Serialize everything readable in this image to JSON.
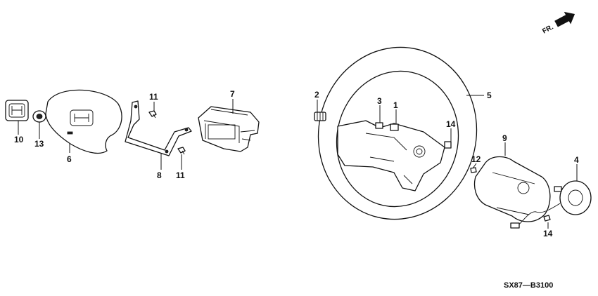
{
  "diagram": {
    "direction_label": "FR.",
    "diagram_code": "SX87—B3100",
    "callouts": [
      {
        "id": "c10",
        "text": "10"
      },
      {
        "id": "c13",
        "text": "13"
      },
      {
        "id": "c6",
        "text": "6"
      },
      {
        "id": "c11a",
        "text": "11"
      },
      {
        "id": "c8",
        "text": "8"
      },
      {
        "id": "c11b",
        "text": "11"
      },
      {
        "id": "c7",
        "text": "7"
      },
      {
        "id": "c2",
        "text": "2"
      },
      {
        "id": "c3",
        "text": "3"
      },
      {
        "id": "c1",
        "text": "1"
      },
      {
        "id": "c5",
        "text": "5"
      },
      {
        "id": "c14a",
        "text": "14"
      },
      {
        "id": "c9",
        "text": "9"
      },
      {
        "id": "c12",
        "text": "12"
      },
      {
        "id": "c4",
        "text": "4"
      },
      {
        "id": "c14b",
        "text": "14"
      }
    ]
  }
}
